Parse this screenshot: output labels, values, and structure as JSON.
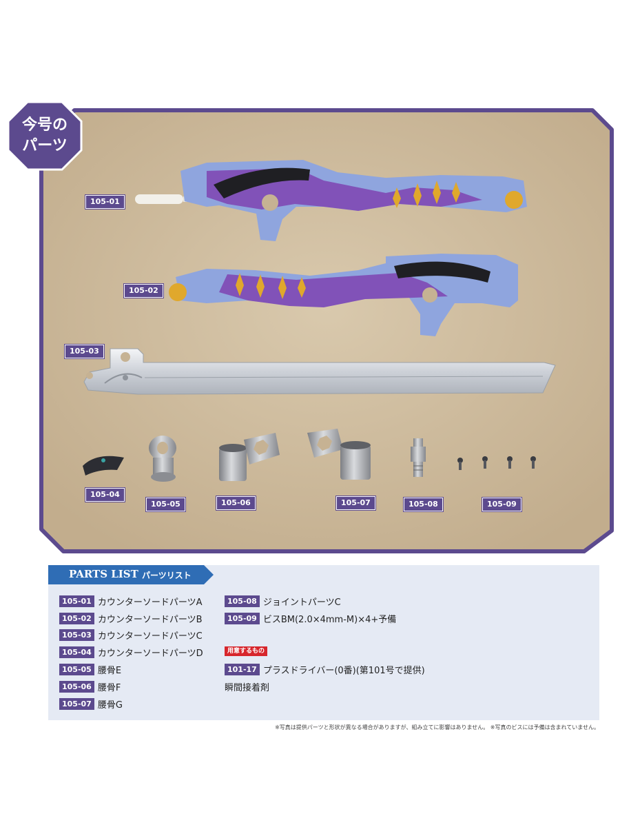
{
  "badge": {
    "line1": "今号の",
    "line2": "パーツ"
  },
  "photo_labels": {
    "p01": "105-01",
    "p02": "105-02",
    "p03": "105-03",
    "p04": "105-04",
    "p05": "105-05",
    "p06": "105-06",
    "p07": "105-07",
    "p08": "105-08",
    "p09": "105-09"
  },
  "parts_list": {
    "title": "PARTS LIST",
    "subtitle": "パーツリスト",
    "items_left": [
      {
        "code": "105-01",
        "name": "カウンターソードパーツA"
      },
      {
        "code": "105-02",
        "name": "カウンターソードパーツB"
      },
      {
        "code": "105-03",
        "name": "カウンターソードパーツC"
      },
      {
        "code": "105-04",
        "name": "カウンターソードパーツD"
      },
      {
        "code": "105-05",
        "name": "腰骨E"
      },
      {
        "code": "105-06",
        "name": "腰骨F"
      },
      {
        "code": "105-07",
        "name": "腰骨G"
      }
    ],
    "items_right": [
      {
        "code": "105-08",
        "name": "ジョイントパーツC"
      },
      {
        "code": "105-09",
        "name": "ビスBM(2.0×4mm-M)×4+予備"
      }
    ],
    "prepare_label": "用意するもの",
    "prepare_items": [
      {
        "code": "101-17",
        "name": "プラスドライバー(0番)(第101号で提供)"
      },
      {
        "code": "",
        "name": "瞬間接着剤"
      }
    ]
  },
  "footnote": "※写真は提供パーツと形状が異なる場合がありますが、組み立てに影響はありません。 ※写真のビスには予備は含まれていません。",
  "colors": {
    "frame_purple": "#5c4a8e",
    "photo_bg": "#cbb799",
    "tag_purple": "#5c4a8e",
    "list_bg": "#e5eaf4",
    "header_blue": "#2f6db5",
    "prepare_red": "#d7262c",
    "sword_blue": "#8fa5de",
    "sword_purple": "#8152b8",
    "sword_yellow": "#e0a82c"
  }
}
